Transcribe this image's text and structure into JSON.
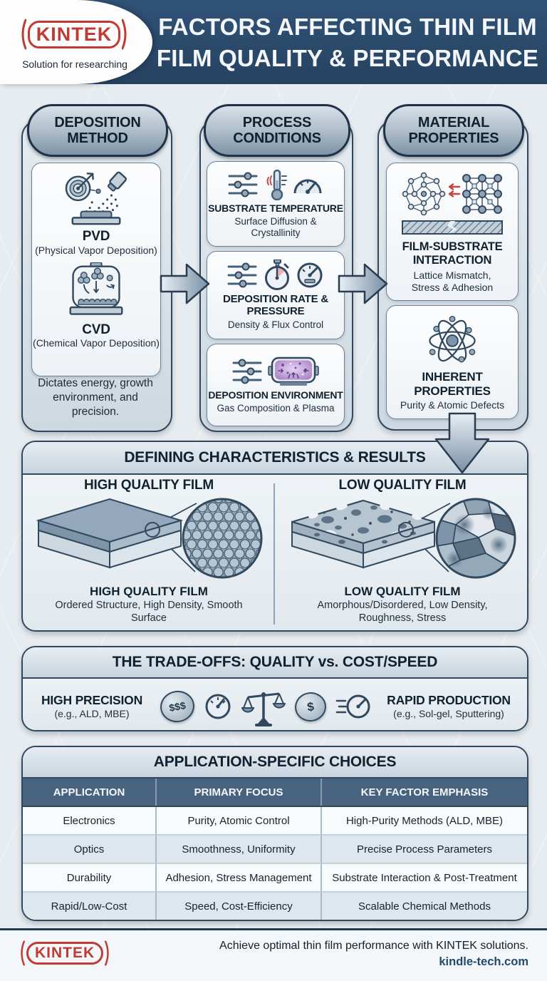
{
  "header": {
    "logo_text": "KINTEK",
    "tagline": "Solution for researching",
    "title_line1": "FACTORS AFFECTING THIN FILM",
    "title_line2": "FILM QUALITY & PERFORMANCE"
  },
  "colors": {
    "header_bg": "#2b4a6b",
    "logo_red": "#bf3b33",
    "border_navy": "#31485e",
    "table_header_bg": "#47637f",
    "plasma_purple": "#b08cc9",
    "heat_red": "#c0504a"
  },
  "columns": [
    {
      "title": "DEPOSITION METHOD",
      "items": [
        {
          "icon": "pvd-sputtering-icon",
          "label": "PVD",
          "sublabel": "(Physical Vapor Deposition)"
        },
        {
          "icon": "cvd-chamber-icon",
          "label": "CVD",
          "sublabel": "(Chemical Vapor Deposition)"
        }
      ],
      "note": "Dictates energy, growth environment, and precision."
    },
    {
      "title": "PROCESS CONDITIONS",
      "items": [
        {
          "icons": [
            "sliders-icon",
            "thermometer-icon",
            "gauge-icon"
          ],
          "label": "SUBSTRATE TEMPERATURE",
          "sublabel": "Surface Diffusion & Crystallinity"
        },
        {
          "icons": [
            "sliders-icon",
            "stopwatch-icon",
            "speedometer-icon"
          ],
          "label": "DEPOSITION RATE & PRESSURE",
          "sublabel": "Density & Flux Control"
        },
        {
          "icons": [
            "sliders-icon",
            "plasma-chamber-icon"
          ],
          "label": "DEPOSITION ENVIRONMENT",
          "sublabel": "Gas Composition & Plasma"
        }
      ]
    },
    {
      "title": "MATERIAL PROPERTIES",
      "items": [
        {
          "icon": "lattice-mismatch-icon",
          "label": "FILM-SUBSTRATE INTERACTION",
          "sublabel": "Lattice Mismatch, Stress & Adhesion"
        },
        {
          "icon": "atom-icon",
          "label": "INHERENT PROPERTIES",
          "sublabel": "Purity & Atomic Defects"
        }
      ]
    }
  ],
  "characteristics": {
    "title": "DEFINING CHARACTERISTICS & RESULTS",
    "high": {
      "heading": "HIGH QUALITY FILM",
      "label": "HIGH QUALITY FILM",
      "desc": "Ordered Structure, High Density, Smooth Surface"
    },
    "low": {
      "heading": "LOW QUALITY FILM",
      "label": "LOW QUALITY FILM",
      "desc": "Amorphous/Disordered, Low Density, Roughness, Stress"
    }
  },
  "tradeoffs": {
    "title": "THE TRADE-OFFS: QUALITY vs. COST/SPEED",
    "left_label": "HIGH PRECISION",
    "left_sub": "(e.g., ALD, MBE)",
    "right_label": "RAPID PRODUCTION",
    "right_sub": "(e.g., Sol-gel, Sputtering)",
    "cost_symbols": [
      "$$$",
      "$"
    ],
    "icons": [
      "dollars-coin-icon",
      "slow-gauge-icon",
      "balance-scale-icon",
      "dollar-coin-icon",
      "speed-gauge-icon"
    ]
  },
  "applications": {
    "title": "APPLICATION-SPECIFIC CHOICES",
    "headers": [
      "APPLICATION",
      "PRIMARY FOCUS",
      "KEY FACTOR EMPHASIS"
    ],
    "rows": [
      [
        "Electronics",
        "Purity, Atomic Control",
        "High-Purity Methods (ALD, MBE)"
      ],
      [
        "Optics",
        "Smoothness, Uniformity",
        "Precise Process Parameters"
      ],
      [
        "Durability",
        "Adhesion, Stress Management",
        "Substrate Interaction & Post-Treatment"
      ],
      [
        "Rapid/Low-Cost",
        "Speed, Cost-Efficiency",
        "Scalable Chemical Methods"
      ]
    ]
  },
  "footer": {
    "logo_text": "KINTEK",
    "message": "Achieve optimal thin film performance with KINTEK solutions.",
    "website": "kindle-tech.com"
  }
}
